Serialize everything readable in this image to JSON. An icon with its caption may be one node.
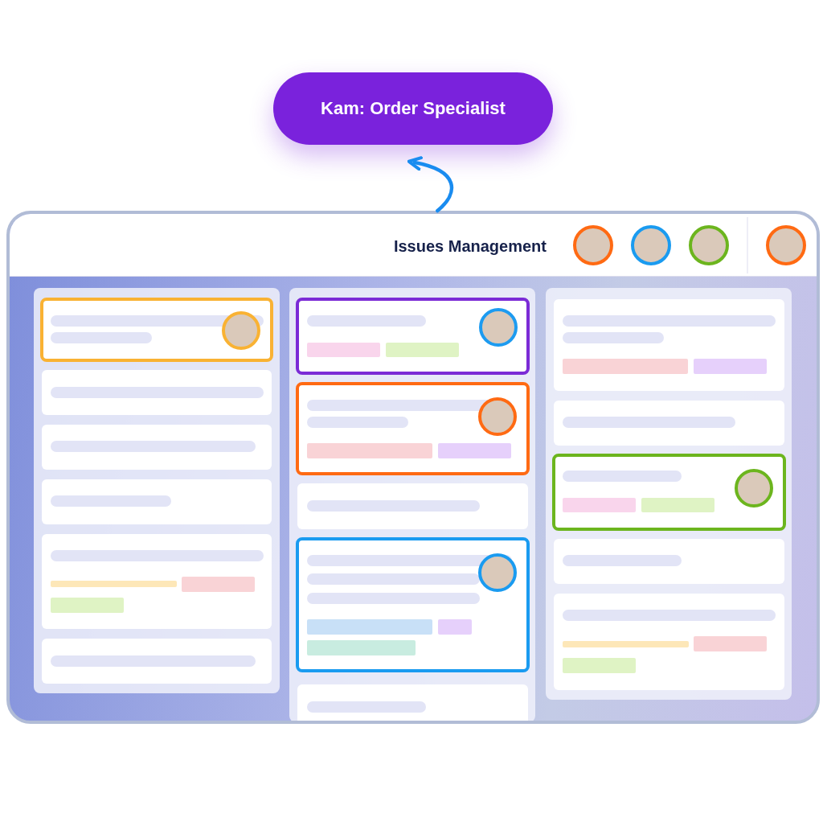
{
  "diagram": {
    "nodes": [
      {
        "text": [
          "Kam: Order Specialist"
        ]
      },
      {
        "text": [
          "Issues Management"
        ]
      }
    ],
    "edges": [
      {
        "from": 1,
        "to": 0,
        "arrow": "to"
      }
    ]
  }
}
